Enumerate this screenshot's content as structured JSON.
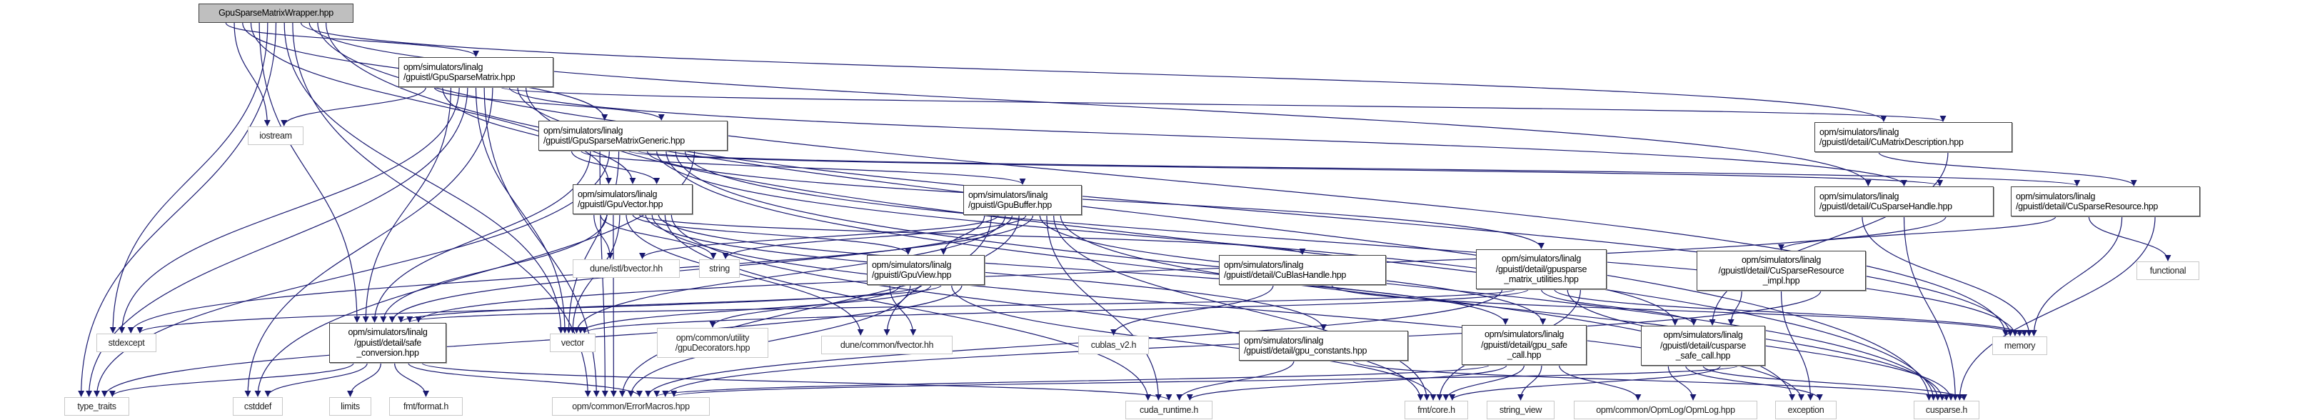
{
  "graph": {
    "edge_color": "#191970",
    "root_fill": "#bfbfbf",
    "nodes": [
      {
        "id": "wrapper",
        "kind": "root",
        "lines": [
          "GpuSparseMatrixWrapper.hpp"
        ]
      },
      {
        "id": "gpusparsematrix",
        "kind": "documented",
        "lines": [
          "opm/simulators/linalg",
          "/gpuistl/GpuSparseMatrix.hpp"
        ]
      },
      {
        "id": "iostream",
        "kind": "external",
        "lines": [
          "iostream"
        ]
      },
      {
        "id": "generic",
        "kind": "documented",
        "lines": [
          "opm/simulators/linalg",
          "/gpuistl/GpuSparseMatrixGeneric.hpp"
        ]
      },
      {
        "id": "gpuvector",
        "kind": "documented",
        "lines": [
          "opm/simulators/linalg",
          "/gpuistl/GpuVector.hpp"
        ]
      },
      {
        "id": "bvector",
        "kind": "external",
        "lines": [
          "dune/istl/bvector.hh"
        ]
      },
      {
        "id": "string",
        "kind": "external",
        "lines": [
          "string"
        ]
      },
      {
        "id": "stdexcept",
        "kind": "external",
        "lines": [
          "stdexcept"
        ]
      },
      {
        "id": "safeconv",
        "kind": "documented",
        "lines": [
          "opm/simulators/linalg",
          "/gpuistl/detail/safe",
          "_conversion.hpp"
        ]
      },
      {
        "id": "vector",
        "kind": "external",
        "lines": [
          "vector"
        ]
      },
      {
        "id": "gpudecorators",
        "kind": "external",
        "lines": [
          "opm/common/utility",
          "/gpuDecorators.hpp"
        ]
      },
      {
        "id": "typetraits",
        "kind": "external",
        "lines": [
          "type_traits"
        ]
      },
      {
        "id": "cstddef",
        "kind": "external",
        "lines": [
          "cstddef"
        ]
      },
      {
        "id": "limits",
        "kind": "external",
        "lines": [
          "limits"
        ]
      },
      {
        "id": "fmtformat",
        "kind": "external",
        "lines": [
          "fmt/format.h"
        ]
      },
      {
        "id": "errormacros",
        "kind": "external",
        "lines": [
          "opm/common/ErrorMacros.hpp"
        ]
      },
      {
        "id": "gpubuffer",
        "kind": "documented",
        "lines": [
          "opm/simulators/linalg",
          "/gpuistl/GpuBuffer.hpp"
        ]
      },
      {
        "id": "gpuview",
        "kind": "documented",
        "lines": [
          "opm/simulators/linalg",
          "/gpuistl/GpuView.hpp"
        ]
      },
      {
        "id": "cublashandle",
        "kind": "documented",
        "lines": [
          "opm/simulators/linalg",
          "/gpuistl/detail/CuBlasHandle.hpp"
        ]
      },
      {
        "id": "fvector",
        "kind": "external",
        "lines": [
          "dune/common/fvector.hh"
        ]
      },
      {
        "id": "cublas",
        "kind": "external",
        "lines": [
          "cublas_v2.h"
        ]
      },
      {
        "id": "gpuconstants",
        "kind": "documented",
        "lines": [
          "opm/simulators/linalg",
          "/gpuistl/detail/gpu_constants.hpp"
        ]
      },
      {
        "id": "cudaruntime",
        "kind": "external",
        "lines": [
          "cuda_runtime.h"
        ]
      },
      {
        "id": "fmtcore",
        "kind": "external",
        "lines": [
          "fmt/core.h"
        ]
      },
      {
        "id": "stringview",
        "kind": "external",
        "lines": [
          "string_view"
        ]
      },
      {
        "id": "gpusparseutil",
        "kind": "documented",
        "lines": [
          "opm/simulators/linalg",
          "/gpuistl/detail/gpusparse",
          "_matrix_utilities.hpp"
        ]
      },
      {
        "id": "gpusafecall",
        "kind": "documented",
        "lines": [
          "opm/simulators/linalg",
          "/gpuistl/detail/gpu_safe",
          "_call.hpp"
        ]
      },
      {
        "id": "cumatrixdesc",
        "kind": "documented",
        "lines": [
          "opm/simulators/linalg",
          "/gpuistl/detail/CuMatrixDescription.hpp"
        ]
      },
      {
        "id": "cusparsehandle",
        "kind": "documented",
        "lines": [
          "opm/simulators/linalg",
          "/gpuistl/detail/CuSparseHandle.hpp"
        ]
      },
      {
        "id": "cusparseresource",
        "kind": "documented",
        "lines": [
          "opm/simulators/linalg",
          "/gpuistl/detail/CuSparseResource.hpp"
        ]
      },
      {
        "id": "cusparseresimpl",
        "kind": "documented",
        "lines": [
          "opm/simulators/linalg",
          "/gpuistl/detail/CuSparseResource",
          "_impl.hpp"
        ]
      },
      {
        "id": "cusparsesafecall",
        "kind": "documented",
        "lines": [
          "opm/simulators/linalg",
          "/gpuistl/detail/cusparse",
          "_safe_call.hpp"
        ]
      },
      {
        "id": "functional",
        "kind": "external",
        "lines": [
          "functional"
        ]
      },
      {
        "id": "memory",
        "kind": "external",
        "lines": [
          "memory"
        ]
      },
      {
        "id": "opmlog",
        "kind": "external",
        "lines": [
          "opm/common/OpmLog/OpmLog.hpp"
        ]
      },
      {
        "id": "exception",
        "kind": "external",
        "lines": [
          "exception"
        ]
      },
      {
        "id": "cusparse",
        "kind": "external",
        "lines": [
          "cusparse.h"
        ]
      }
    ],
    "edges": [
      [
        "wrapper",
        "gpusparsematrix"
      ],
      [
        "wrapper",
        "iostream"
      ],
      [
        "wrapper",
        "generic"
      ],
      [
        "wrapper",
        "gpuvector"
      ],
      [
        "wrapper",
        "safeconv"
      ],
      [
        "wrapper",
        "stdexcept"
      ],
      [
        "wrapper",
        "typetraits"
      ],
      [
        "wrapper",
        "vector"
      ],
      [
        "wrapper",
        "errormacros"
      ],
      [
        "wrapper",
        "cumatrixdesc"
      ],
      [
        "wrapper",
        "cusparsehandle"
      ],
      [
        "wrapper",
        "memory"
      ],
      [
        "wrapper",
        "cusparse"
      ],
      [
        "gpusparsematrix",
        "iostream"
      ],
      [
        "gpusparsematrix",
        "generic"
      ],
      [
        "gpusparsematrix",
        "gpuvector"
      ],
      [
        "gpusparsematrix",
        "safeconv"
      ],
      [
        "gpusparsematrix",
        "stdexcept"
      ],
      [
        "gpusparsematrix",
        "typetraits"
      ],
      [
        "gpusparsematrix",
        "vector"
      ],
      [
        "gpusparsematrix",
        "errormacros"
      ],
      [
        "gpusparsematrix",
        "cstddef"
      ],
      [
        "gpusparsematrix",
        "cumatrixdesc"
      ],
      [
        "gpusparsematrix",
        "cusparsehandle"
      ],
      [
        "gpusparsematrix",
        "memory"
      ],
      [
        "gpusparsematrix",
        "cusparse"
      ],
      [
        "generic",
        "gpuvector"
      ],
      [
        "generic",
        "gpubuffer"
      ],
      [
        "generic",
        "safeconv"
      ],
      [
        "generic",
        "errormacros"
      ],
      [
        "generic",
        "typetraits"
      ],
      [
        "generic",
        "vector"
      ],
      [
        "generic",
        "cusparsehandle"
      ],
      [
        "generic",
        "cusparseresource"
      ],
      [
        "generic",
        "gpusparseutil"
      ],
      [
        "generic",
        "cusparsesafecall"
      ],
      [
        "generic",
        "exception"
      ],
      [
        "generic",
        "cusparse"
      ],
      [
        "generic",
        "memory"
      ],
      [
        "generic",
        "cstddef"
      ],
      [
        "gpuvector",
        "bvector"
      ],
      [
        "gpuvector",
        "string"
      ],
      [
        "gpuvector",
        "safeconv"
      ],
      [
        "gpuvector",
        "errormacros"
      ],
      [
        "gpuvector",
        "vector"
      ],
      [
        "gpuvector",
        "fvector"
      ],
      [
        "gpuvector",
        "gpuview"
      ],
      [
        "gpuvector",
        "cublashandle"
      ],
      [
        "gpuvector",
        "gpuconstants"
      ],
      [
        "gpuvector",
        "exception"
      ],
      [
        "gpuvector",
        "gpusafecall"
      ],
      [
        "gpuvector",
        "cudaruntime"
      ],
      [
        "gpuvector",
        "fmtcore"
      ],
      [
        "gpubuffer",
        "gpuview"
      ],
      [
        "gpubuffer",
        "fvector"
      ],
      [
        "gpubuffer",
        "bvector"
      ],
      [
        "gpubuffer",
        "vector"
      ],
      [
        "gpubuffer",
        "safeconv"
      ],
      [
        "gpubuffer",
        "errormacros"
      ],
      [
        "gpubuffer",
        "string"
      ],
      [
        "gpubuffer",
        "stdexcept"
      ],
      [
        "gpubuffer",
        "gpusafecall"
      ],
      [
        "gpubuffer",
        "cudaruntime"
      ],
      [
        "gpubuffer",
        "fmtcore"
      ],
      [
        "gpubuffer",
        "cusparse"
      ],
      [
        "gpuview",
        "fvector"
      ],
      [
        "gpuview",
        "gpudecorators"
      ],
      [
        "gpuview",
        "errormacros"
      ],
      [
        "gpuview",
        "stdexcept"
      ],
      [
        "gpuview",
        "vector"
      ],
      [
        "gpuview",
        "safeconv"
      ],
      [
        "gpuview",
        "fmtcore"
      ],
      [
        "gpuview",
        "typetraits"
      ],
      [
        "safeconv",
        "typetraits"
      ],
      [
        "safeconv",
        "cstddef"
      ],
      [
        "safeconv",
        "limits"
      ],
      [
        "safeconv",
        "fmtformat"
      ],
      [
        "safeconv",
        "errormacros"
      ],
      [
        "safeconv",
        "cudaruntime"
      ],
      [
        "cublashandle",
        "cublas"
      ],
      [
        "cublashandle",
        "memory"
      ],
      [
        "gpuconstants",
        "cudaruntime"
      ],
      [
        "gpuconstants",
        "cusparse"
      ],
      [
        "gpusparseutil",
        "errormacros"
      ],
      [
        "gpusparseutil",
        "safeconv"
      ],
      [
        "gpusparseutil",
        "vector"
      ],
      [
        "gpusparseutil",
        "cusparsesafecall"
      ],
      [
        "gpusparseutil",
        "memory"
      ],
      [
        "gpusparseutil",
        "cusparse"
      ],
      [
        "gpusparseutil",
        "fmtcore"
      ],
      [
        "gpusafecall",
        "errormacros"
      ],
      [
        "gpusafecall",
        "cudaruntime"
      ],
      [
        "gpusafecall",
        "fmtcore"
      ],
      [
        "gpusafecall",
        "stringview"
      ],
      [
        "gpusafecall",
        "opmlog"
      ],
      [
        "cumatrixdesc",
        "cusparseresource"
      ],
      [
        "cumatrixdesc",
        "cusparsesafecall"
      ],
      [
        "cusparsehandle",
        "memory"
      ],
      [
        "cusparsehandle",
        "cusparse"
      ],
      [
        "cusparsehandle",
        "safeconv"
      ],
      [
        "cusparseresource",
        "cusparseresimpl"
      ],
      [
        "cusparseresource",
        "functional"
      ],
      [
        "cusparseresource",
        "memory"
      ],
      [
        "cusparseresource",
        "cusparse"
      ],
      [
        "cusparseresimpl",
        "cusparsesafecall"
      ],
      [
        "cusparseresimpl",
        "exception"
      ],
      [
        "cusparseresimpl",
        "errormacros"
      ],
      [
        "cusparsesafecall",
        "opmlog"
      ],
      [
        "cusparsesafecall",
        "exception"
      ],
      [
        "cusparsesafecall",
        "cusparse"
      ],
      [
        "cusparsesafecall",
        "fmtcore"
      ],
      [
        "cusparsesafecall",
        "errormacros"
      ]
    ]
  }
}
